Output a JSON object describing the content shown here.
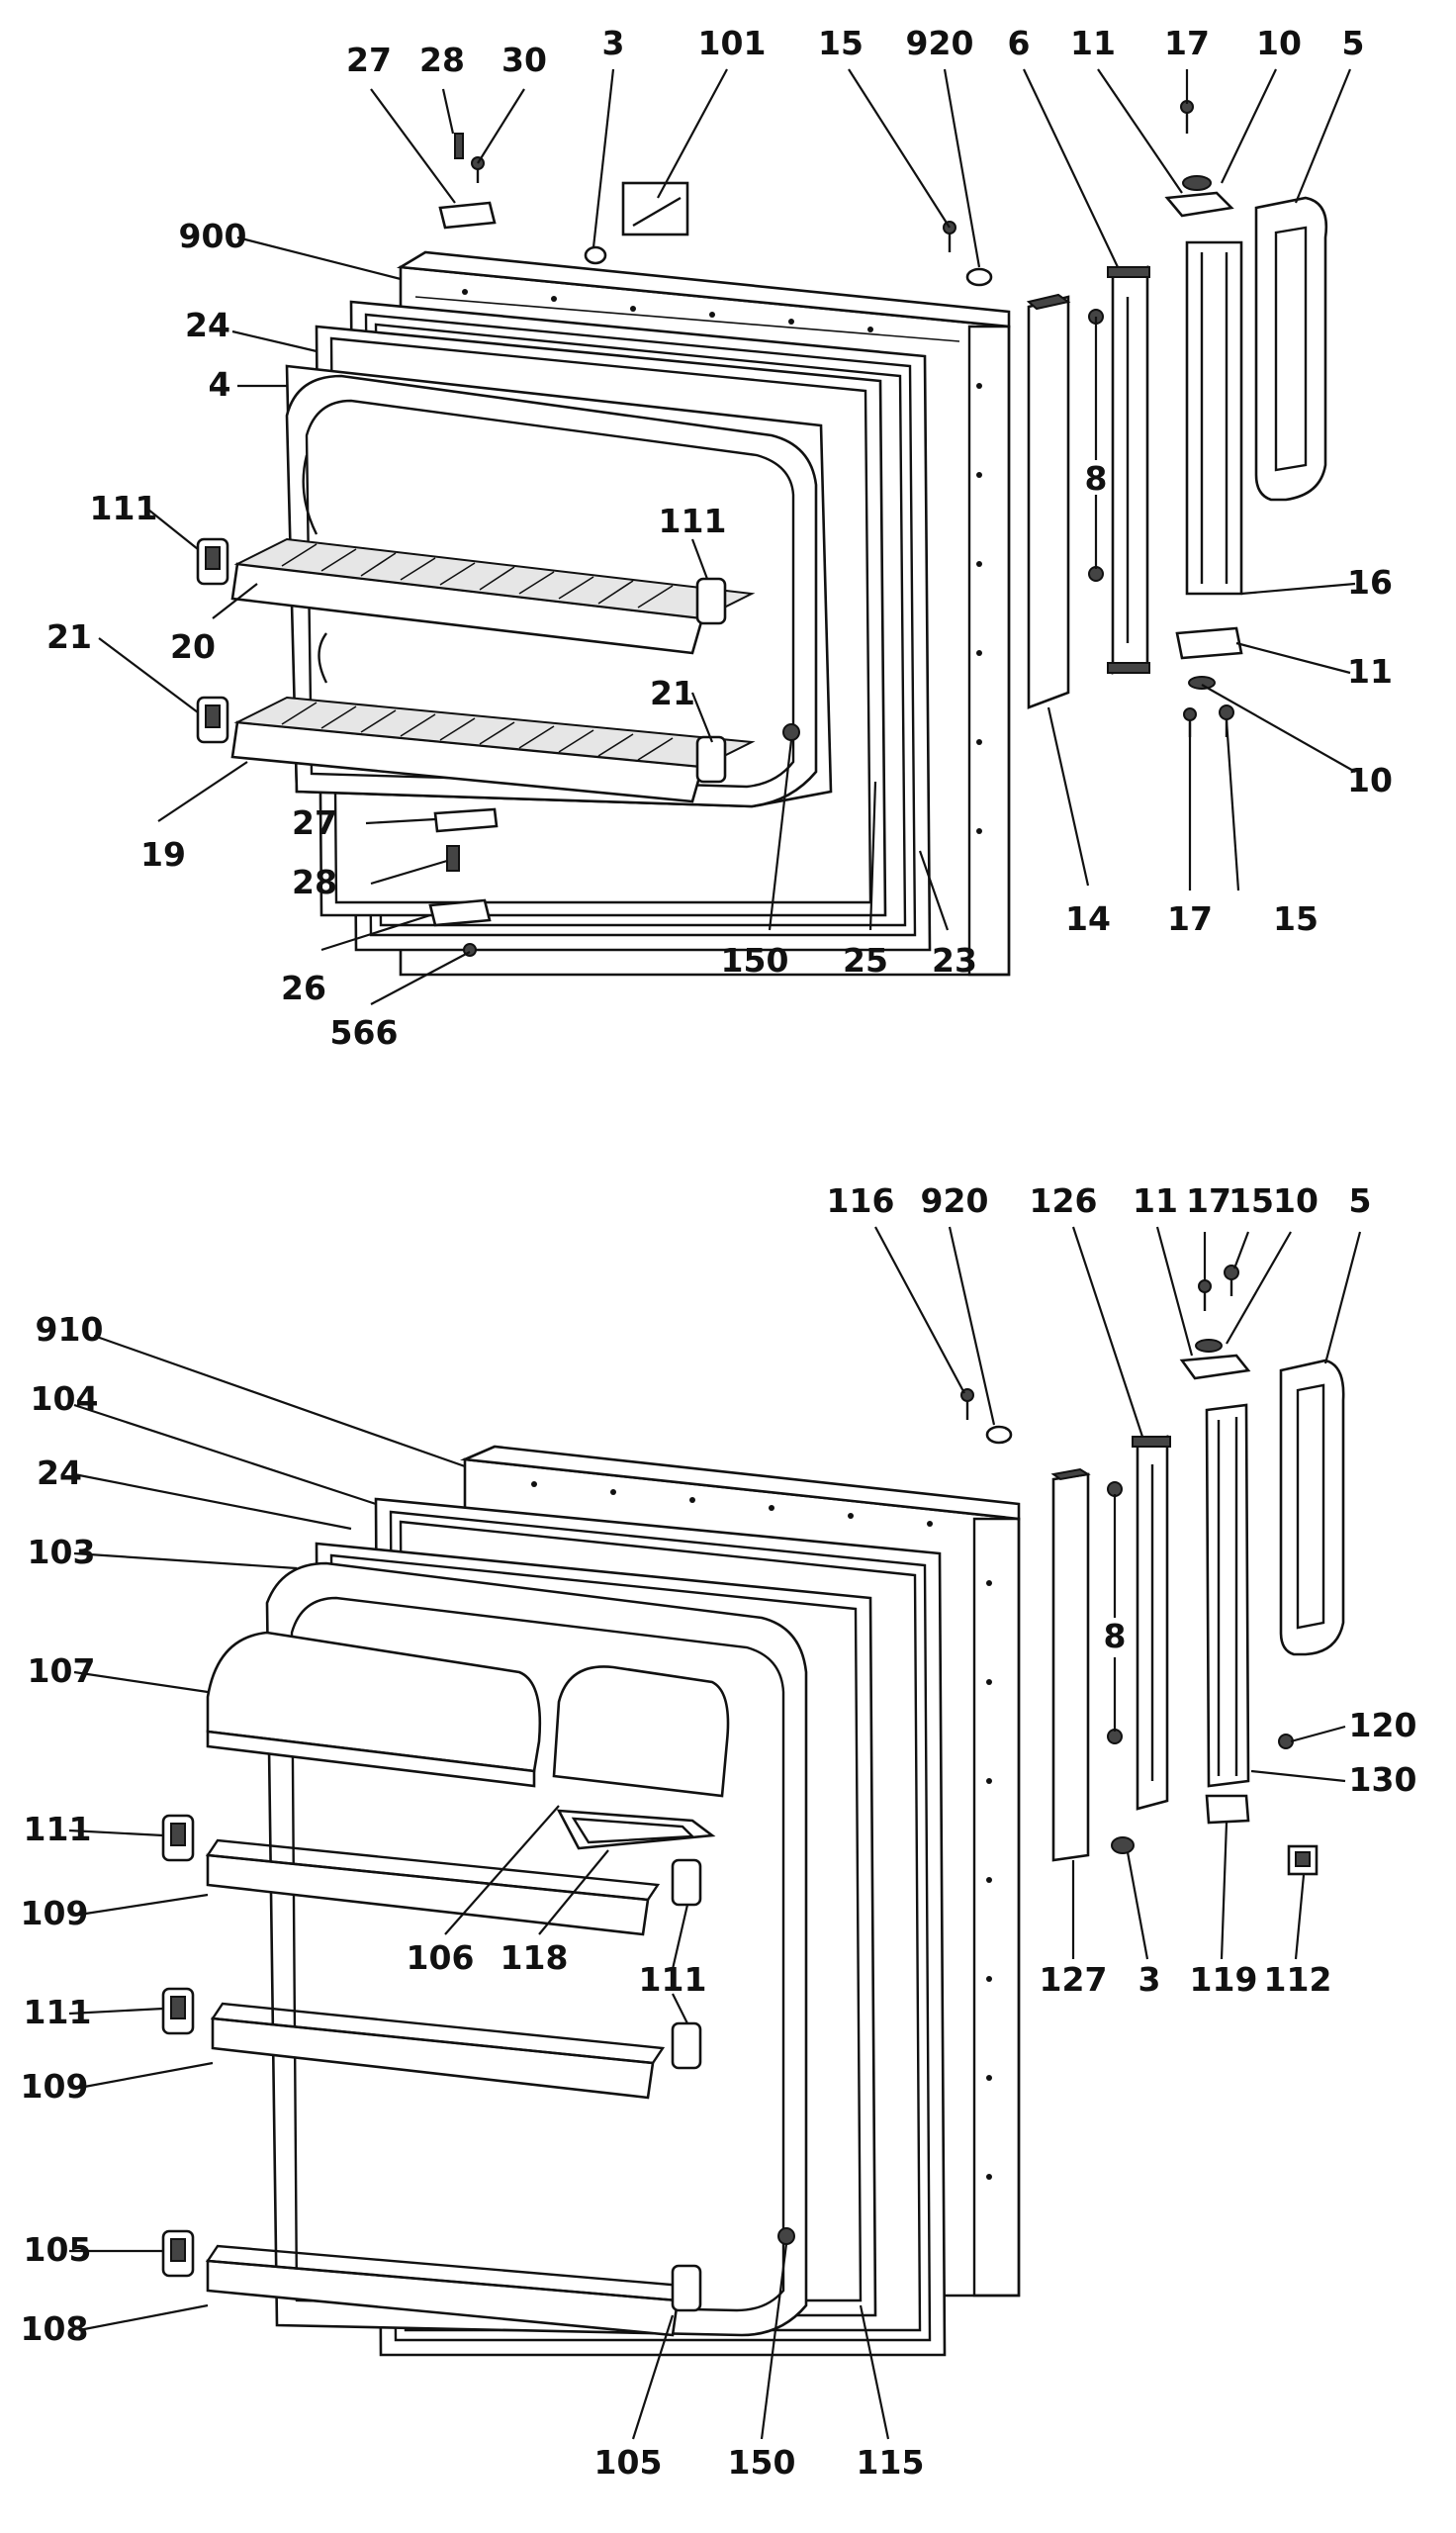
{
  "callouts": {
    "top": {
      "c27a": "27",
      "c28a": "28",
      "c30": "30",
      "c3": "3",
      "c101": "101",
      "c15a": "15",
      "c920a": "920",
      "c6": "6",
      "c11a": "11",
      "c17a": "17",
      "c10a": "10",
      "c5a": "5",
      "c900": "900",
      "c24a": "24",
      "c4": "4",
      "c8a": "8",
      "c111a": "111",
      "c111b": "111",
      "c16": "16",
      "c21a": "21",
      "c20": "20",
      "c11b": "11",
      "c21b": "21",
      "c10b": "10",
      "c19": "19",
      "c27b": "27",
      "c28b": "28",
      "c26": "26",
      "c566": "566",
      "c150a": "150",
      "c25": "25",
      "c23": "23",
      "c14": "14",
      "c17b": "17",
      "c15b": "15"
    },
    "bottom": {
      "c116": "116",
      "c920b": "920",
      "c126": "126",
      "c11c": "11",
      "c17c": "17",
      "c15c": "15",
      "c10c": "10",
      "c5b": "5",
      "c910": "910",
      "c104": "104",
      "c24b": "24",
      "c103": "103",
      "c8b": "8",
      "c107": "107",
      "c120": "120",
      "c130": "130",
      "c111c": "111",
      "c106": "106",
      "c118": "118",
      "c111d": "111",
      "c109a": "109",
      "c127": "127",
      "c3b": "3",
      "c119": "119",
      "c112": "112",
      "c111e": "111",
      "c109b": "109",
      "c105a": "105",
      "c108": "108",
      "c105b": "105",
      "c150b": "150",
      "c115": "115"
    }
  }
}
